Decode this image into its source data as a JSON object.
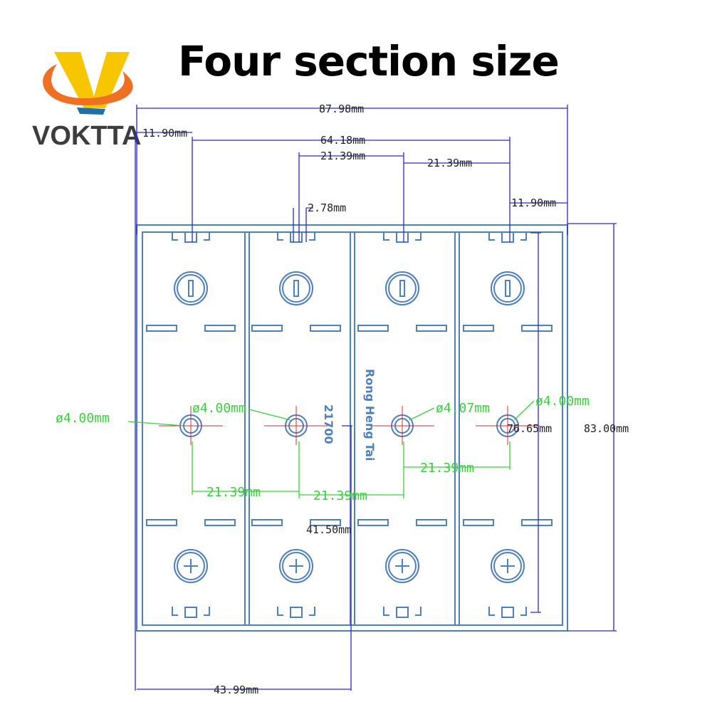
{
  "title": "Four section size",
  "logo": {
    "text": "VOKTTA",
    "colors": {
      "yellow": "#f7c600",
      "orange": "#f07023",
      "blue": "#1f6fa8",
      "text": "#3d3d3d"
    }
  },
  "colors": {
    "outline": "#4e7fbf",
    "dimension_line": "#2a2ad0",
    "green_dimension": "#3ccf3c"
  },
  "drawing": {
    "mold_text": "Rong Heng Tai",
    "cell_text": "21700",
    "dimensions": {
      "overall_width": "87.98mm",
      "left_offset": "11.90mm",
      "right_offset": "11.90mm",
      "span": "64.18mm",
      "pitch_top_1": "21.39mm",
      "pitch_top_2": "21.39mm",
      "slot_width": "2.78mm",
      "overall_height": "83.00mm",
      "inner_height": "76.65mm",
      "half_width": "43.99mm",
      "half_height": "41.50mm",
      "hole_1": "ø4.00mm",
      "hole_2": "ø4.00mm",
      "hole_3": "ø4.07mm",
      "hole_4": "ø4.00mm",
      "pitch_mid_1": "21.39mm",
      "pitch_mid_2": "21.39mm",
      "pitch_mid_3": "21.39mm"
    }
  }
}
